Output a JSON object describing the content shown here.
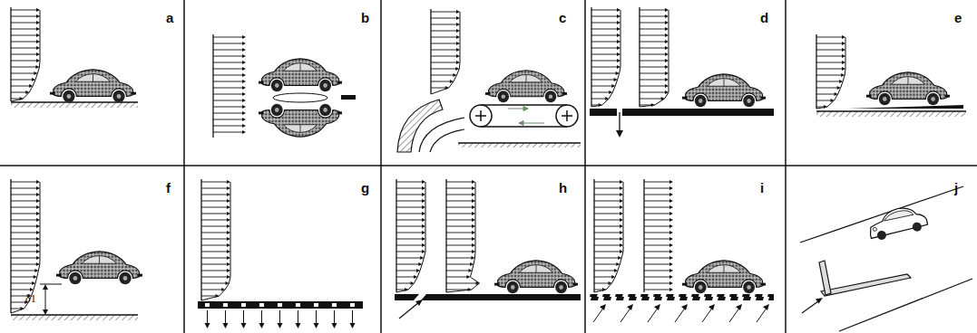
{
  "diagram": {
    "labels": [
      "a",
      "b",
      "c",
      "d",
      "e",
      "f",
      "g",
      "h",
      "i",
      "j",
      "δ1"
    ]
  }
}
